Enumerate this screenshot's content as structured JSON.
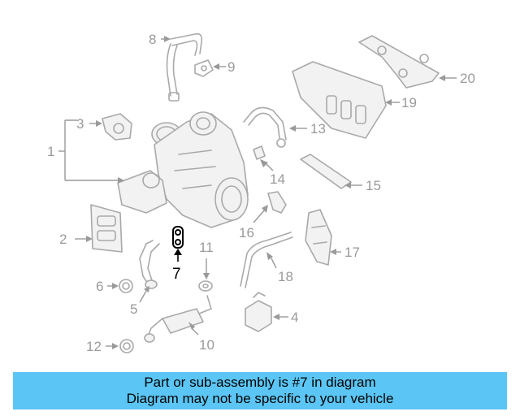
{
  "callouts": {
    "c1": "1",
    "c2": "2",
    "c3": "3",
    "c4": "4",
    "c5": "5",
    "c6": "6",
    "c7": "7",
    "c8": "8",
    "c9": "9",
    "c10": "10",
    "c11": "11",
    "c12": "12",
    "c13": "13",
    "c14": "14",
    "c15": "15",
    "c16": "16",
    "c17": "17",
    "c18": "18",
    "c19": "19",
    "c20": "20"
  },
  "highlighted_part": "7",
  "colors": {
    "banner": "#5bc6f5",
    "highlight": "#000000",
    "part_lines": "#a9a9a9"
  },
  "banner": {
    "line1": "Part or sub-assembly is #7 in diagram",
    "line2": "Diagram may not be specific to your vehicle"
  }
}
